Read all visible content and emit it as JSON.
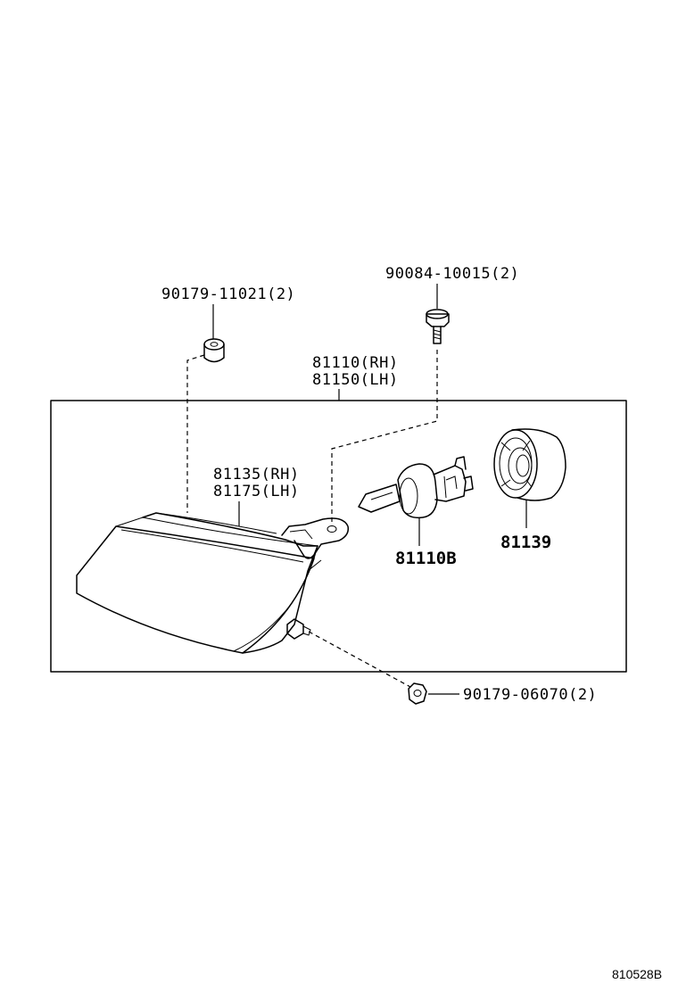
{
  "diagram": {
    "labels": {
      "assy_rh": "81110(RH)",
      "assy_lh": "81150(LH)",
      "nut_top": "90179-11021(2)",
      "bolt": "90084-10015(2)",
      "lens_rh": "81135(RH)",
      "lens_lh": "81175(LH)",
      "bulb": "81110B",
      "socket_cover": "81139",
      "nut_bottom": "90179-06070(2)"
    },
    "figure_code": "810528B"
  }
}
